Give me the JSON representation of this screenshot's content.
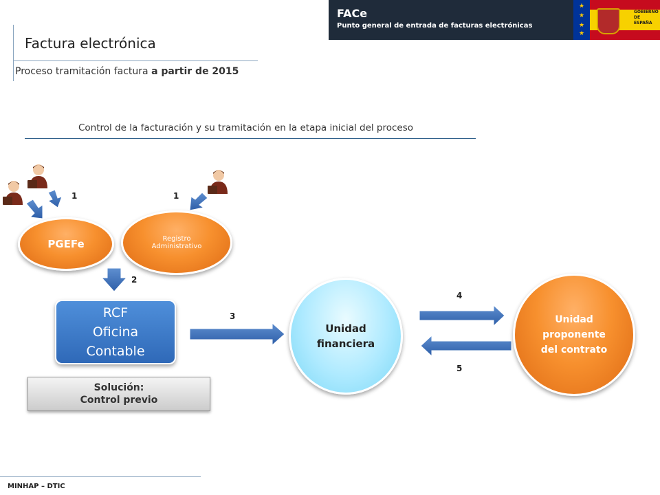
{
  "header": {
    "app_name": "FACe",
    "app_subtitle": "Punto general de entrada de facturas electrónicas",
    "gov_logo_text": "GOBIERNO DE ESPAÑA",
    "colors": {
      "banner": "#1f2b3a",
      "eu_blue": "#003399",
      "spain_red": "#c60b1e",
      "spain_yellow": "#f7d100"
    }
  },
  "page": {
    "title": "Factura electrónica",
    "subtitle_prefix": "Proceso tramitación factura ",
    "subtitle_bold": "a partir de 2015",
    "section_heading": "Control de la facturación y su tramitación en la etapa inicial del proceso"
  },
  "diagram": {
    "nodes": {
      "pgefe": "PGEFe",
      "registro_line1": "Registro",
      "registro_line2": "Administrativo",
      "rcf_line1": "RCF",
      "rcf_line2": "Oficina",
      "rcf_line3": "Contable",
      "unidad_financiera_line1": "Unidad",
      "unidad_financiera_line2": "financiera",
      "unidad_proponente_line1": "Unidad",
      "unidad_proponente_line2": "proponente",
      "unidad_proponente_line3": "del contrato"
    },
    "steps": {
      "s1a": "1",
      "s1b": "1",
      "s2": "2",
      "s3": "3",
      "s4": "4",
      "s5": "5"
    },
    "solution_line1": "Solución:",
    "solution_line2": "Control previo",
    "colors": {
      "orange": "#f7902e",
      "blue": "#2f69b8",
      "cyan": "#aeeaff",
      "arrow": "#3b6fb5"
    }
  },
  "footer": {
    "text": "MINHAP – DTIC"
  }
}
